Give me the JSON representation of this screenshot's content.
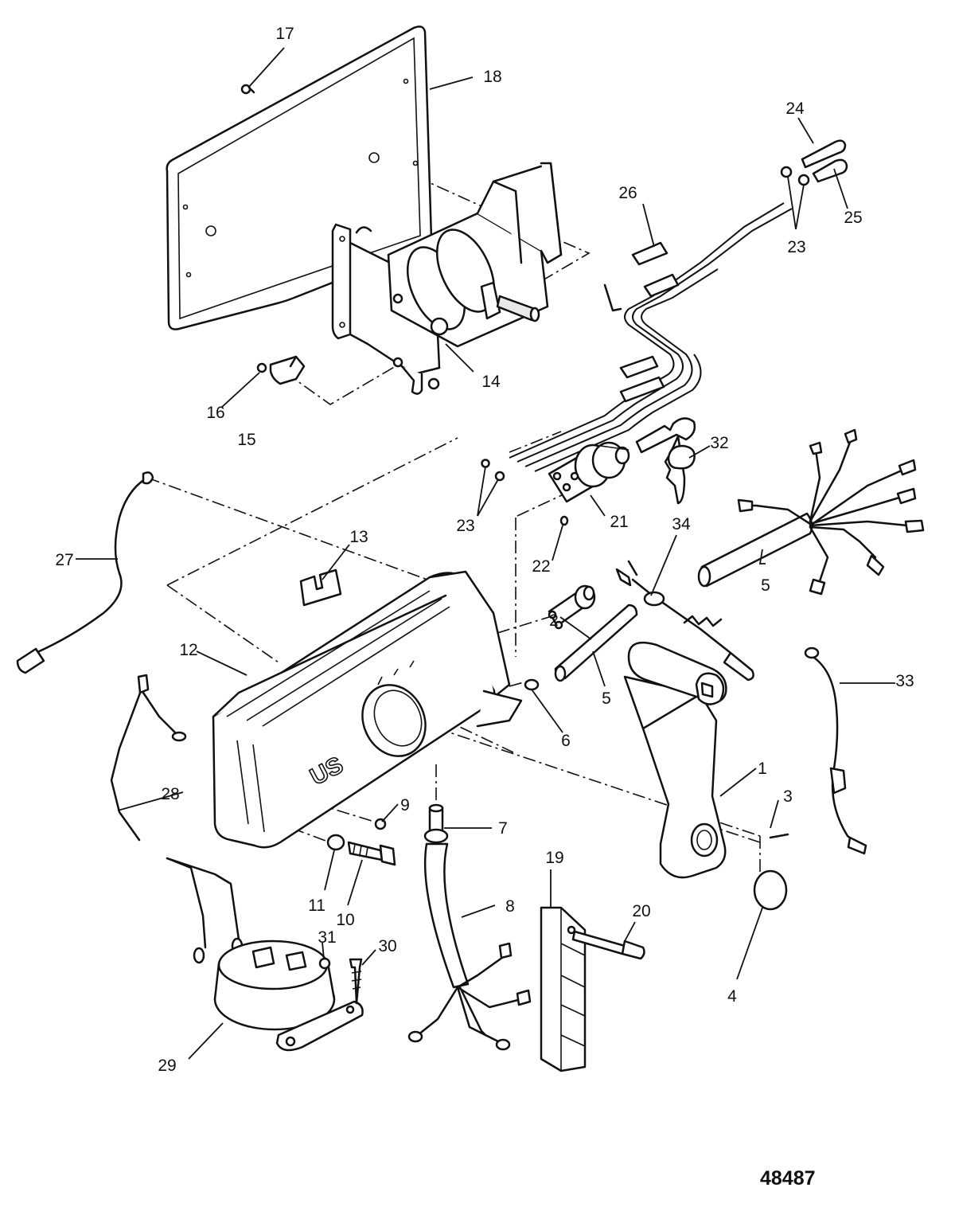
{
  "callouts": [
    {
      "n": "1"
    },
    {
      "n": "2"
    },
    {
      "n": "3"
    },
    {
      "n": "4"
    },
    {
      "n": "5"
    },
    {
      "n": "5"
    },
    {
      "n": "6"
    },
    {
      "n": "7"
    },
    {
      "n": "8"
    },
    {
      "n": "9"
    },
    {
      "n": "10"
    },
    {
      "n": "11"
    },
    {
      "n": "12"
    },
    {
      "n": "13"
    },
    {
      "n": "14"
    },
    {
      "n": "15"
    },
    {
      "n": "16"
    },
    {
      "n": "17"
    },
    {
      "n": "18"
    },
    {
      "n": "19"
    },
    {
      "n": "20"
    },
    {
      "n": "21"
    },
    {
      "n": "22"
    },
    {
      "n": "23"
    },
    {
      "n": "23"
    },
    {
      "n": "24"
    },
    {
      "n": "25"
    },
    {
      "n": "26"
    },
    {
      "n": "27"
    },
    {
      "n": "28"
    },
    {
      "n": "29"
    },
    {
      "n": "30"
    },
    {
      "n": "31"
    },
    {
      "n": "32"
    },
    {
      "n": "33"
    },
    {
      "n": "34"
    }
  ],
  "housing_mark": "US",
  "document_number": "48487"
}
